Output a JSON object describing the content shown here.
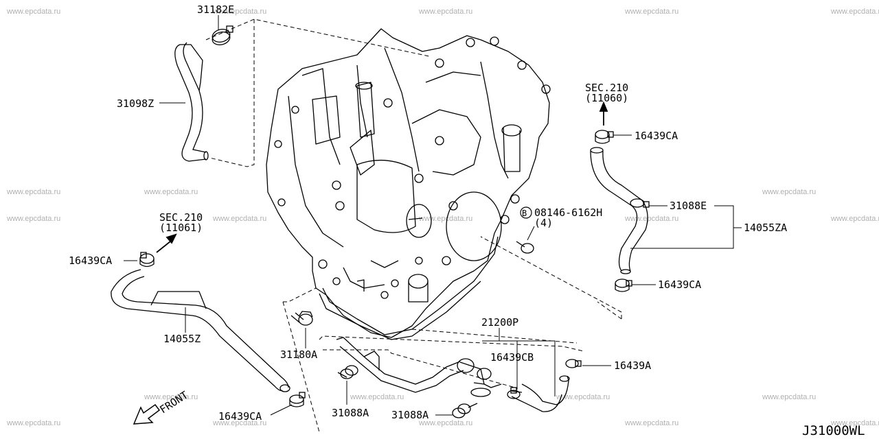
{
  "watermark": "www.epcdata.ru",
  "diagram_code": "J31000WL",
  "labels": {
    "p31182E": "31182E",
    "p31098Z": "31098Z",
    "sec210_top": "SEC.210",
    "sec210_top_ref": "(11060)",
    "p16439CA_1": "16439CA",
    "p31088E": "31088E",
    "p14055ZA": "14055ZA",
    "bolt_code": "08146-6162H",
    "bolt_qty": "(4)",
    "bolt_mark": "B",
    "p16439CA_2": "16439CA",
    "sec210_left": "SEC.210",
    "sec210_left_ref": "(11061)",
    "p16439CA_3": "16439CA",
    "p14055Z": "14055Z",
    "p31180A": "31180A",
    "p21200P": "21200P",
    "p16439CB": "16439CB",
    "p16439A": "16439A",
    "p31088A_1": "31088A",
    "p31088A_2": "31088A",
    "p16439CA_4": "16439CA",
    "front": "FRONT"
  }
}
